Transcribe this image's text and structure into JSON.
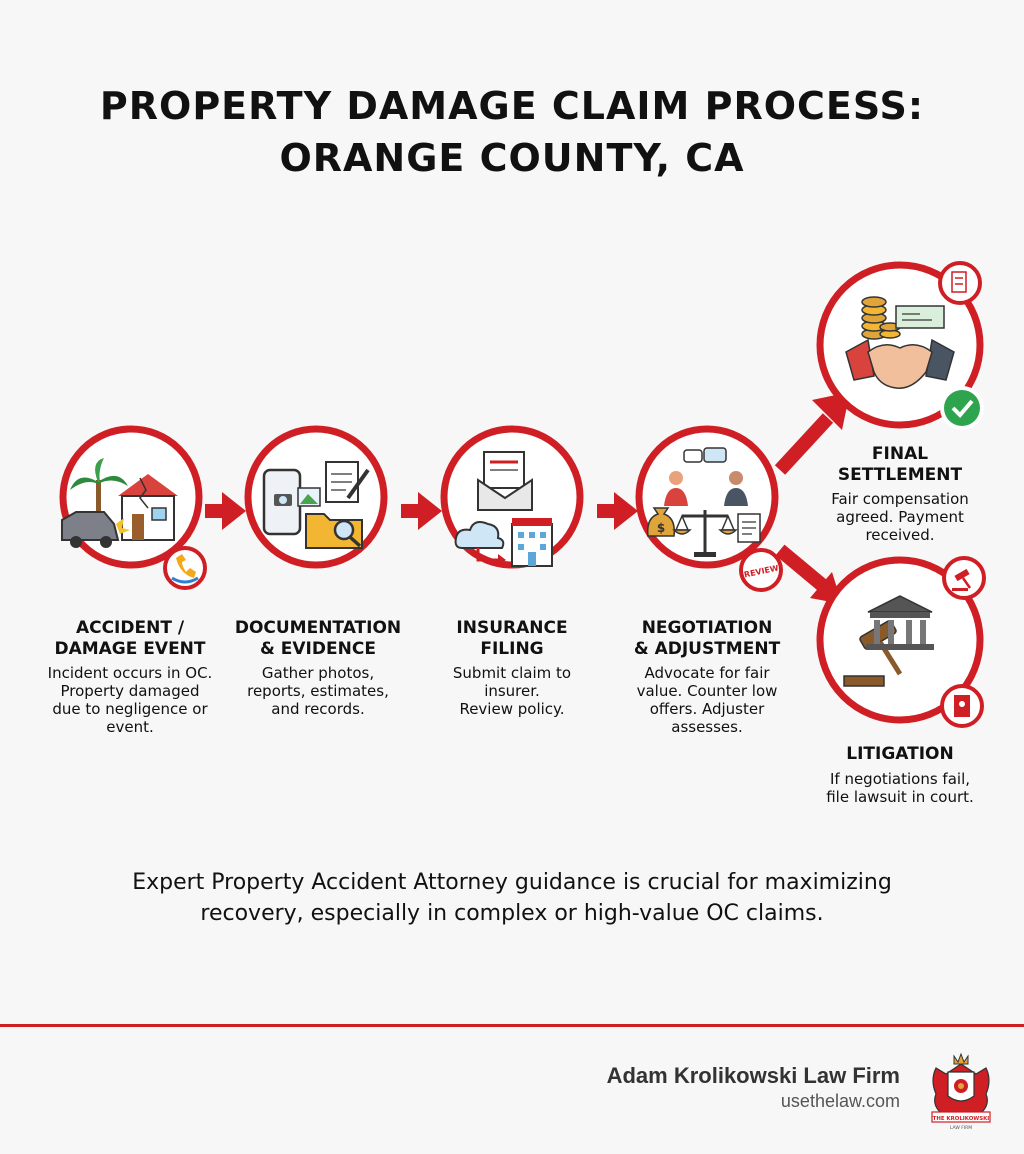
{
  "title": {
    "line1": "PROPERTY DAMAGE CLAIM PROCESS:",
    "line2": "ORANGE COUNTY, CA"
  },
  "colors": {
    "accent": "#cf1f25",
    "background": "#f7f7f7",
    "text": "#111111"
  },
  "steps": [
    {
      "title": [
        "ACCIDENT /",
        "DAMAGE EVENT"
      ],
      "desc": [
        "Incident occurs in OC.",
        "Property damaged",
        "due to negligence or",
        "event."
      ],
      "icons": [
        "palm-tree-icon",
        "damaged-house-icon",
        "crashed-car-icon",
        "phone-call-icon"
      ]
    },
    {
      "title": [
        "DOCUMENTATION",
        "& EVIDENCE"
      ],
      "desc": [
        "Gather photos,",
        "reports, estimates,",
        "and records."
      ],
      "icons": [
        "smartphone-camera-icon",
        "photo-icon",
        "notepad-pen-icon",
        "folder-magnifier-icon"
      ]
    },
    {
      "title": [
        "INSURANCE",
        "FILING"
      ],
      "desc": [
        "Submit claim to",
        "insurer.",
        "Review policy."
      ],
      "icons": [
        "envelope-document-icon",
        "cloud-upload-icon",
        "insurance-building-icon"
      ]
    },
    {
      "title": [
        "NEGOTIATION",
        "& ADJUSTMENT"
      ],
      "desc": [
        "Advocate for fair",
        "value. Counter low",
        "offers. Adjuster",
        "assesses."
      ],
      "icons": [
        "two-people-talking-icon",
        "money-bag-icon",
        "balance-scale-icon",
        "document-icon",
        "review-stamp-icon"
      ],
      "stamp_text": "REVIEW"
    },
    {
      "title": [
        "FINAL",
        "SETTLEMENT"
      ],
      "desc": [
        "Fair compensation",
        "agreed. Payment",
        "received."
      ],
      "icons": [
        "coin-stack-icon",
        "check-payment-icon",
        "handshake-icon",
        "signed-document-icon",
        "checkmark-icon"
      ]
    },
    {
      "title": [
        "LITIGATION"
      ],
      "desc": [
        "If negotiations fail,",
        "file lawsuit in court."
      ],
      "icons": [
        "gavel-icon",
        "courthouse-icon",
        "law-book-icon"
      ]
    }
  ],
  "note": [
    "Expert Property Accident Attorney guidance is crucial for maximizing",
    "recovery, especially in complex or high-value OC claims."
  ],
  "footer": {
    "firm_name": "Adam Krolikowski Law Firm",
    "website": "usethelaw.com",
    "logo_icon": "law-firm-crest-icon",
    "logo_text": "THE KROLIKOWSKI",
    "logo_subtext": "LAW FIRM"
  }
}
